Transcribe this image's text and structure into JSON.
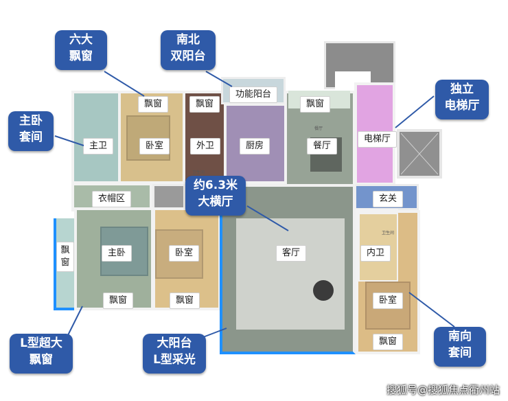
{
  "rooms": {
    "bay_top_1": "飘窗",
    "bay_top_2": "飘窗",
    "functional_balcony": "功能阳台",
    "bay_top_dining": "飘窗",
    "master_bath": "主卫",
    "bedroom_top": "卧室",
    "guest_bath": "外卫",
    "kitchen": "厨房",
    "dining": "餐厅",
    "elevator_hall": "电梯厅",
    "cloakroom": "衣帽区",
    "foyer": "玄关",
    "bay_left": "飘窗",
    "master_bedroom": "主卧",
    "bedroom_mid": "卧室",
    "living_room": "客厅",
    "inner_bath": "内卫",
    "bay_bottom_1": "飘窗",
    "bay_bottom_2": "飘窗",
    "bedroom_right": "卧室",
    "bay_bottom_right": "飘窗"
  },
  "callouts": {
    "six_bay": [
      "六大",
      "飘窗"
    ],
    "north_south_balcony": [
      "南北",
      "双阳台"
    ],
    "master_suite": [
      "主卧",
      "套间"
    ],
    "big_living": [
      "约6.3米",
      "大横厅"
    ],
    "private_elevator": [
      "独立",
      "电梯厅"
    ],
    "l_bay": [
      "L型超大",
      "飘窗"
    ],
    "big_balcony": [
      "大阳台",
      "L型采光"
    ],
    "south_suite": [
      "南向",
      "套间"
    ]
  },
  "small_labels": {
    "dining_small": "餐厅",
    "bath_small": "卫生间",
    "inner_small": "卫生间"
  },
  "watermark": "搜狐号@搜狐焦点衢州站",
  "colors": {
    "callout_bg": "#2f5aa8",
    "bath_teal": "#9fc4bf",
    "bedroom_gold": "#d9c08a",
    "guest_bath_brown": "#6b4a3f",
    "kitchen_purple": "#9c88b0",
    "living_gray": "#8f9a8f",
    "elevator_pink": "#d59ad8",
    "foyer_blue": "#6f90c8",
    "shaft_gray": "#8a8a8a"
  }
}
